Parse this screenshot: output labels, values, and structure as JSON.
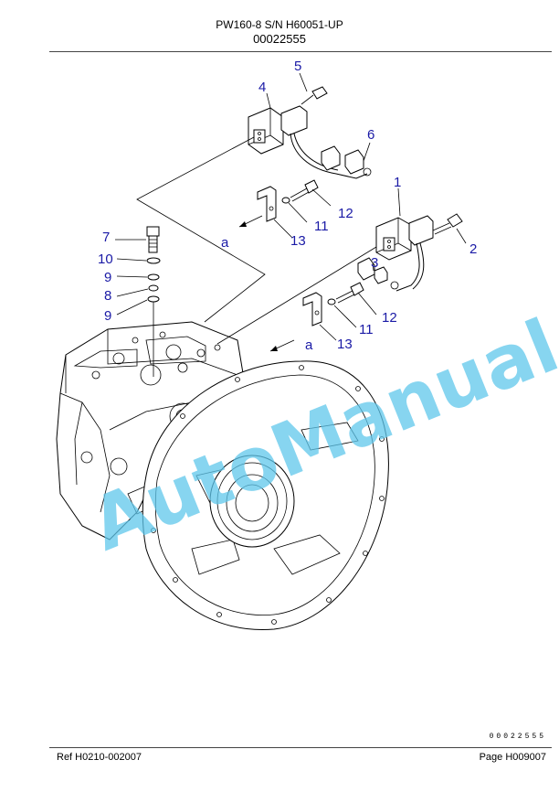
{
  "header": {
    "model": "PW160-8 S/N H60051-UP",
    "code": "00022555"
  },
  "callouts": {
    "c1": "1",
    "c2": "2",
    "c3": "3",
    "c4": "4",
    "c5": "5",
    "c6": "6",
    "c7": "7",
    "c8": "8",
    "c9a": "9",
    "c9b": "9",
    "c10": "10",
    "c11a": "11",
    "c11b": "11",
    "c12a": "12",
    "c12b": "12",
    "c13a": "13",
    "c13b": "13",
    "a1": "a",
    "a2": "a"
  },
  "watermark": "AutoManual",
  "footer": {
    "small_code": "00022555",
    "ref": "Ref   H0210-002007",
    "page": "Page   H009007"
  }
}
